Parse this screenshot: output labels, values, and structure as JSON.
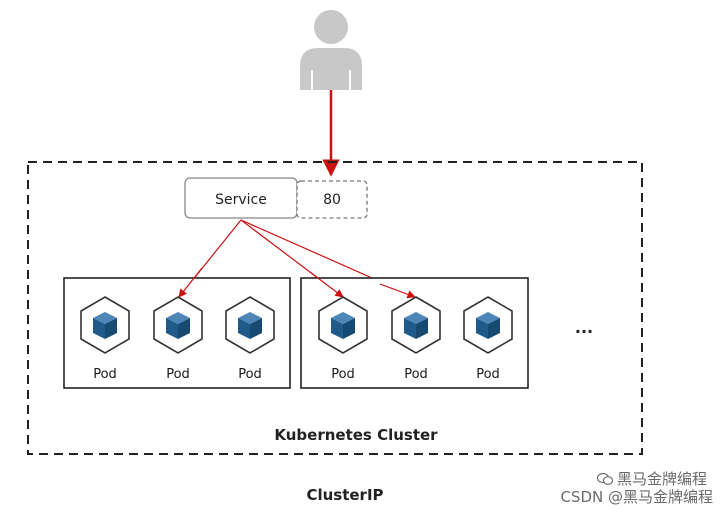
{
  "user": {
    "icon": "user-icon"
  },
  "service": {
    "label": "Service",
    "port": "80"
  },
  "pod_groups": [
    {
      "pods": [
        "Pod",
        "Pod",
        "Pod"
      ]
    },
    {
      "pods": [
        "Pod",
        "Pod",
        "Pod"
      ]
    }
  ],
  "ellipsis": "...",
  "cluster": {
    "label": "Kubernetes Cluster"
  },
  "title": "ClusterIP",
  "watermark": {
    "wechat": "黑马金牌编程",
    "csdn": "CSDN @黑马金牌编程"
  },
  "colors": {
    "arrow": "#cc1111",
    "pod_icon": "#1f5a8a",
    "border": "#222222",
    "user": "#c8c8c8"
  }
}
